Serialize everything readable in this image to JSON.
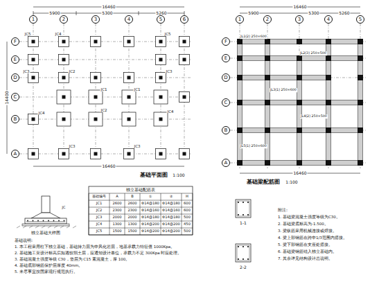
{
  "diagram": {
    "nodes": [
      {
        "text": [
          "1"
        ]
      },
      {
        "text": [
          "2"
        ]
      },
      {
        "text": [
          "3"
        ]
      },
      {
        "text": [
          "4"
        ]
      },
      {
        "text": [
          "5"
        ]
      },
      {
        "text": [
          "6"
        ]
      },
      {
        "text": [
          "F"
        ]
      },
      {
        "text": [
          "E"
        ]
      },
      {
        "text": [
          "D"
        ]
      },
      {
        "text": [
          "C"
        ]
      },
      {
        "text": [
          "B"
        ]
      },
      {
        "text": [
          "A"
        ]
      },
      {
        "text": [
          "1"
        ]
      },
      {
        "text": [
          "2"
        ]
      },
      {
        "text": [
          "3"
        ]
      },
      {
        "text": [
          "4"
        ]
      },
      {
        "text": [
          "5"
        ]
      },
      {
        "text": [
          "F"
        ]
      },
      {
        "text": [
          "E"
        ]
      },
      {
        "text": [
          "D"
        ]
      },
      {
        "text": [
          "C"
        ]
      },
      {
        "text": [
          "B"
        ]
      },
      {
        "text": [
          "A"
        ]
      }
    ],
    "labels": [
      "16460",
      "5900",
      "5300",
      "5260",
      "16460",
      "14400",
      "JC5",
      "JC4",
      "JC5",
      "JC3",
      "JC2",
      "JC1",
      "JC1",
      "JC3",
      "JC4",
      "JC2",
      "JC4",
      "JC3",
      "JC3",
      "基础平面图",
      "1:100",
      "16460",
      "5900",
      "5300",
      "5260",
      "16460",
      "JL1(2) 250×600",
      "JL2(3) 250×500",
      "JL3(1) 250×600",
      "JL4(2) 250×500",
      "JL5(1) 250×600",
      "基础梁配筋图",
      "1:100",
      "独立基础大样图",
      "JC",
      "基础说明:",
      "1. 本工程采用柱下独立基础，基础持力层为中风化岩层，地基承载力特征值 1000Kpa。",
      "2. 基础施工至设计标高后如遇软弱土层，应通知设计单位，承载力不足 300Kpa 时应处理。",
      "3. 基础混凝土强度等级 C30，垫层为 C15 素混凝土，厚 100。",
      "4. 基础底部钢筋保护层厚度 40mm。",
      "5. 未尽事宜按国家现行规范执行。",
      "独立基础配筋表",
      "基础编号",
      "A",
      "B",
      "①",
      "②",
      "H",
      "JC1",
      "2600",
      "2600",
      "Φ14@180",
      "Φ14@180",
      "600",
      "JC2",
      "2300",
      "2300",
      "Φ14@160",
      "Φ14@160",
      "600",
      "JC3",
      "2000",
      "2000",
      "Φ14@180",
      "Φ14@180",
      "500",
      "JC4",
      "1300",
      "1300",
      "Φ14@200",
      "Φ14@200",
      "450",
      "JC5",
      "1500",
      "1500",
      "Φ14@200",
      "Φ14@200",
      "500",
      "1-1",
      "2-2",
      "附注:",
      "1. 基础梁混凝土强度等级为C30。",
      "2. 基础梁底标高为-1.500。",
      "3. 梁纵筋采用机械连接或焊接。",
      "4. 梁上部钢筋在跨中1/3范围内搭接。",
      "5. 梁下部钢筋在支座处搭接。",
      "6. 基础梁钢筋锚入独立基础内。",
      "7. 其余详见结构设计总说明。"
    ]
  }
}
